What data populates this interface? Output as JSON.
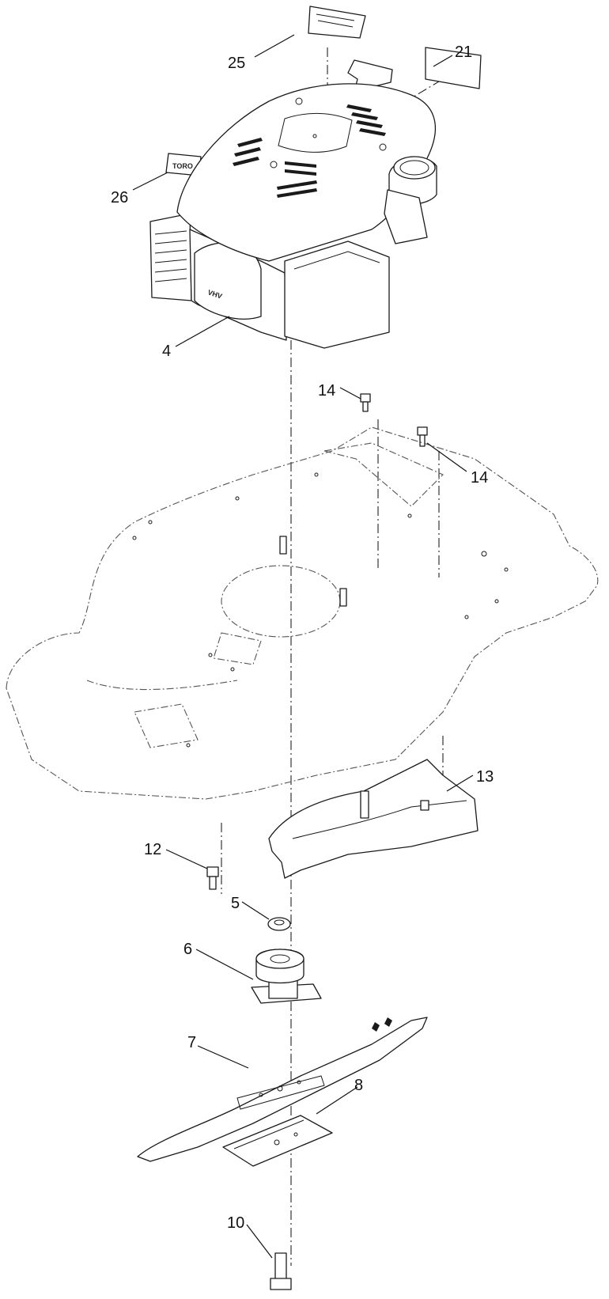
{
  "diagram": {
    "callouts": [
      {
        "id": "c25",
        "label": "25"
      },
      {
        "id": "c21",
        "label": "21"
      },
      {
        "id": "c26",
        "label": "26"
      },
      {
        "id": "c4",
        "label": "4"
      },
      {
        "id": "c14a",
        "label": "14"
      },
      {
        "id": "c14b",
        "label": "14"
      },
      {
        "id": "c13",
        "label": "13"
      },
      {
        "id": "c12",
        "label": "12"
      },
      {
        "id": "c5",
        "label": "5"
      },
      {
        "id": "c6",
        "label": "6"
      },
      {
        "id": "c7",
        "label": "7"
      },
      {
        "id": "c8",
        "label": "8"
      },
      {
        "id": "c10",
        "label": "10"
      }
    ],
    "decals": {
      "toro_logo": "TORO",
      "engine_brand": "VHV"
    }
  }
}
